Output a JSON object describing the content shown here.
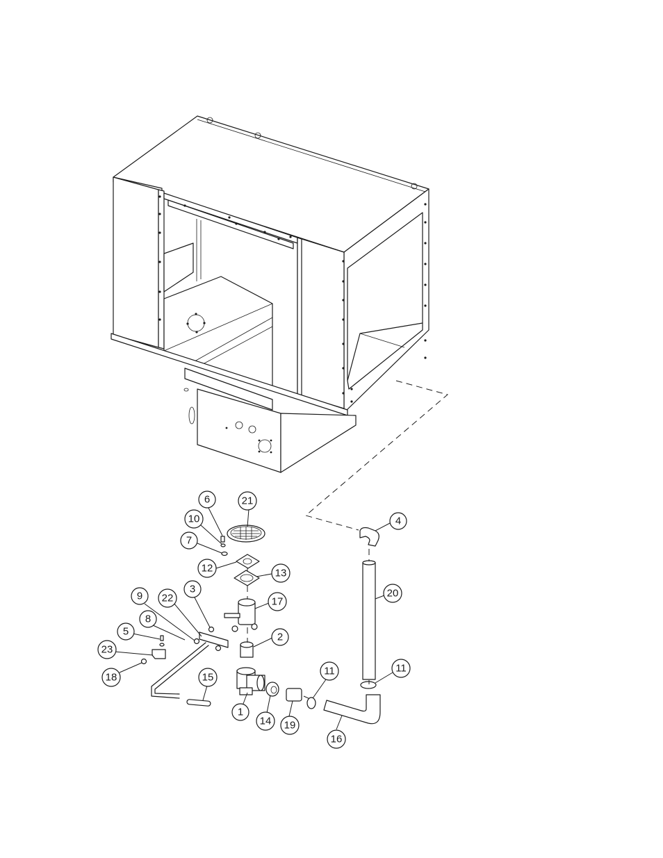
{
  "callouts": [
    {
      "label": "1"
    },
    {
      "label": "2"
    },
    {
      "label": "3"
    },
    {
      "label": "4"
    },
    {
      "label": "5"
    },
    {
      "label": "6"
    },
    {
      "label": "7"
    },
    {
      "label": "8"
    },
    {
      "label": "9"
    },
    {
      "label": "10"
    },
    {
      "label": "11"
    },
    {
      "label": "11"
    },
    {
      "label": "12"
    },
    {
      "label": "13"
    },
    {
      "label": "14"
    },
    {
      "label": "15"
    },
    {
      "label": "16"
    },
    {
      "label": "17"
    },
    {
      "label": "18"
    },
    {
      "label": "19"
    },
    {
      "label": "20"
    },
    {
      "label": "21"
    },
    {
      "label": "22"
    },
    {
      "label": "23"
    }
  ]
}
